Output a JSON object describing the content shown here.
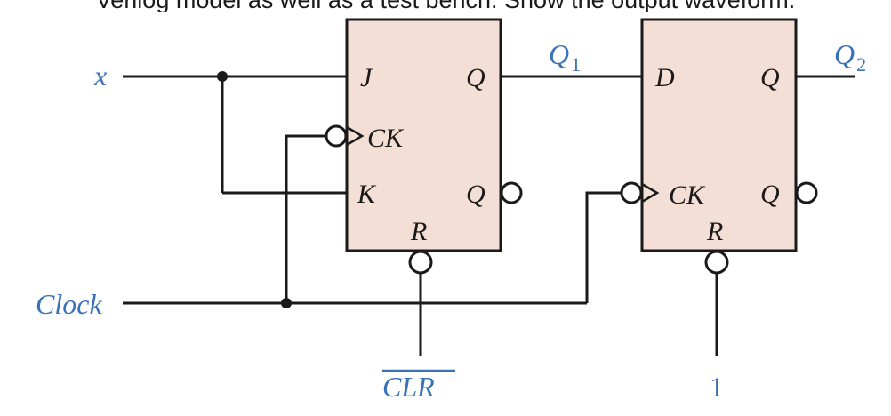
{
  "header_text": "Verilog model as well as a test bench. Show the output waveform.",
  "diagram": {
    "inputs": {
      "x": "x",
      "clock": "Clock",
      "clr": "CLR",
      "one": "1"
    },
    "outputs": {
      "q1_main": "Q",
      "q1_sub": "1",
      "q2_main": "Q",
      "q2_sub": "2"
    },
    "ff1": {
      "j": "J",
      "k": "K",
      "ck": "CK",
      "q": "Q",
      "qbar": "Q",
      "r": "R"
    },
    "ff2": {
      "d": "D",
      "ck": "CK",
      "q": "Q",
      "qbar": "Q",
      "r": "R"
    }
  },
  "colors": {
    "box_fill": "#f4dfd6",
    "signal_label": "#3a72b8",
    "wire": "#1a1a1a"
  }
}
